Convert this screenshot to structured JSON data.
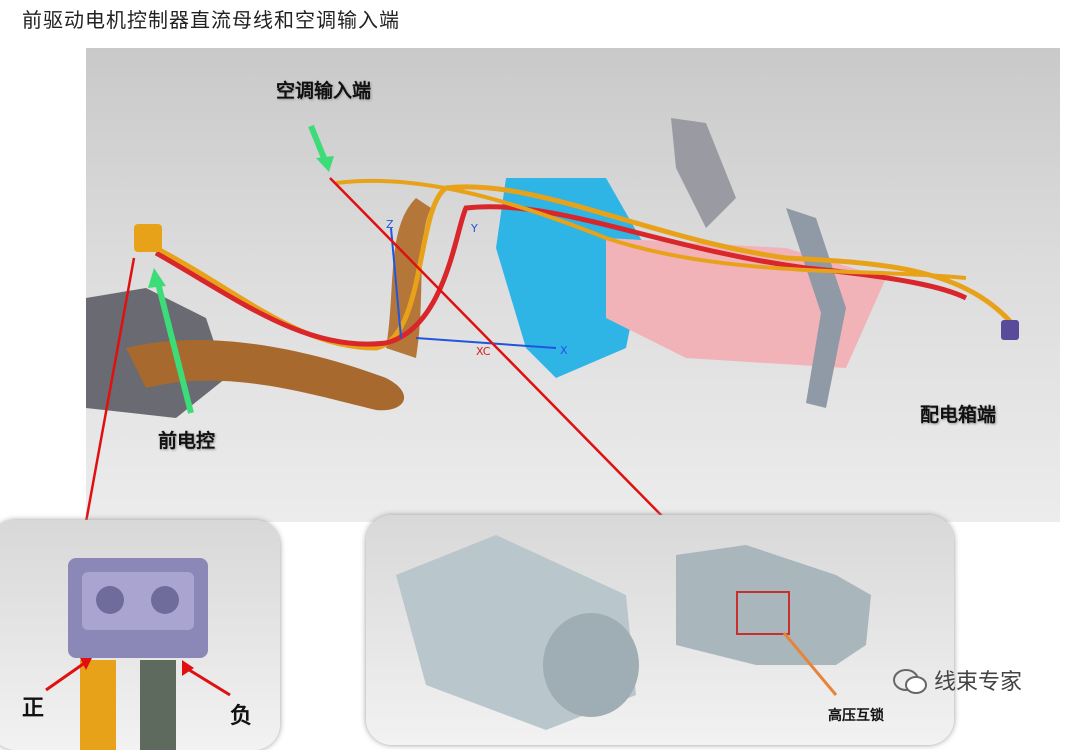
{
  "title": "前驱动电机控制器直流母线和空调输入端",
  "labels": {
    "ac_input": "空调输入端",
    "front_controller": "前电控",
    "distribution_box": "配电箱端",
    "positive": "正",
    "negative": "负",
    "hv_interlock": "高压互锁",
    "axis_xc": "XC",
    "axis_x": "X",
    "axis_y": "Y",
    "axis_z": "Z"
  },
  "watermark": "线束专家",
  "colors": {
    "orange_cable": "#e8a21a",
    "red_cable": "#d8262a",
    "blue_part": "#2fb4e6",
    "pink_part": "#f2b3b8",
    "bronze_part": "#a8692e",
    "arrow_green": "#3cdc78",
    "leader_red": "#e01010"
  }
}
